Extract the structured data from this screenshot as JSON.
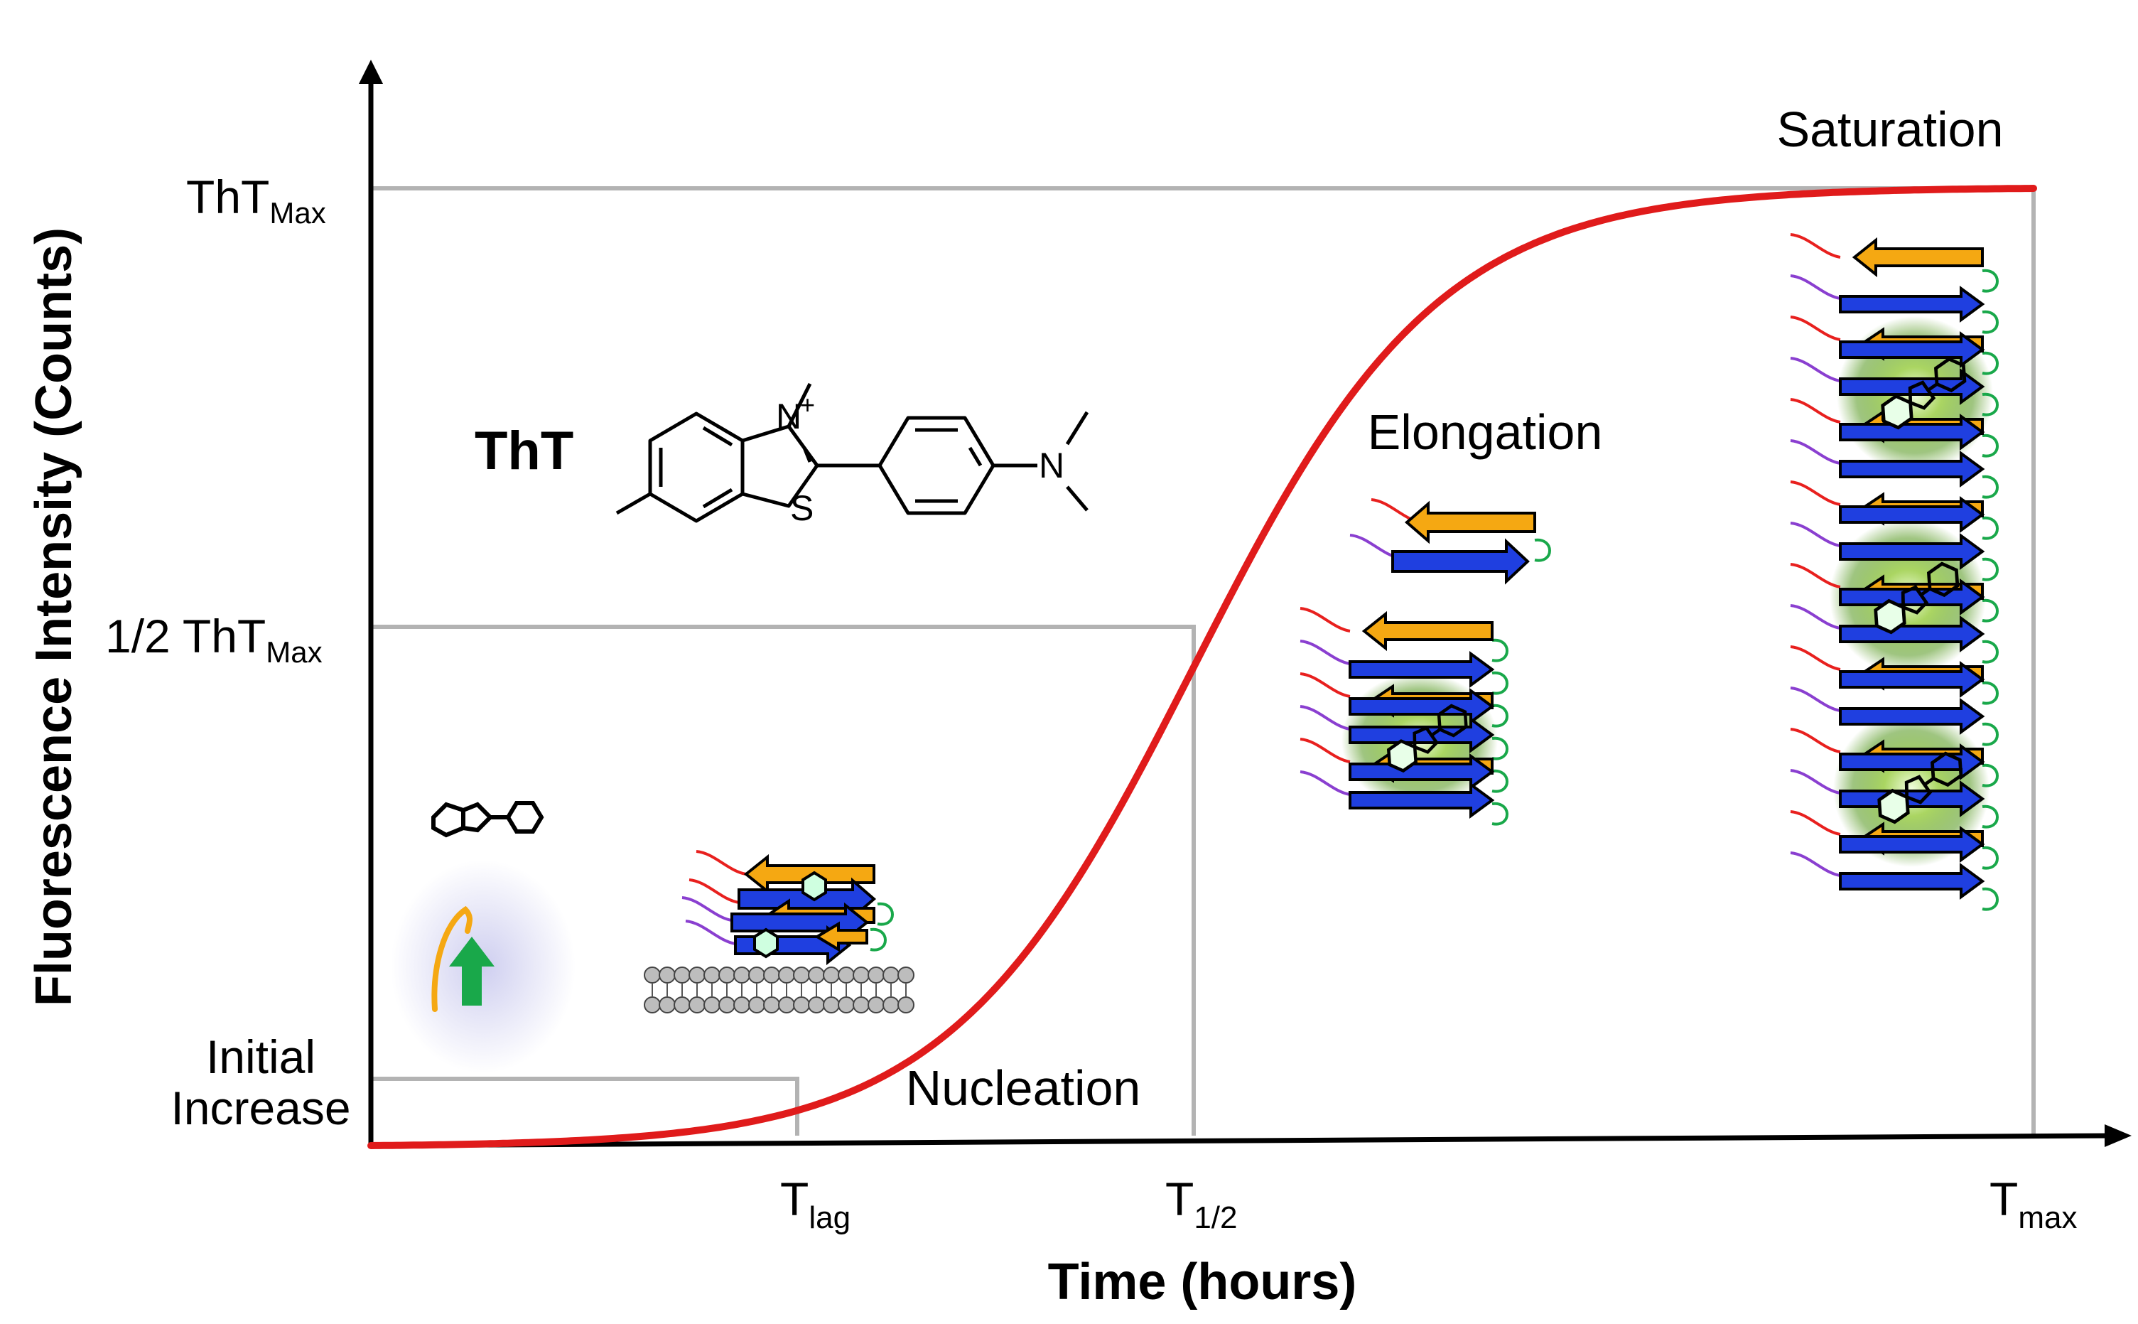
{
  "axes": {
    "x_label": "Time (hours)",
    "y_label": "Fluorescence Intensity (Counts)"
  },
  "y_ticks": {
    "max_base": "ThT",
    "max_sub": "Max",
    "half_base": "1/2 ThT",
    "half_sub": "Max",
    "initial_line1": "Initial",
    "initial_line2": "Increase"
  },
  "x_ticks": {
    "lag_base": "T",
    "lag_sub": "lag",
    "half_base": "T",
    "half_sub": "1/2",
    "max_base": "T",
    "max_sub": "max"
  },
  "phases": {
    "nucleation": "Nucleation",
    "elongation": "Elongation",
    "saturation": "Saturation"
  },
  "molecule": {
    "name": "ThT",
    "n_plus": "N",
    "plus": "+",
    "s_atom": "S",
    "n_amine": "N"
  },
  "colors": {
    "curve": "#e01b1b",
    "strand_blue": "#1f3fe0",
    "strand_orange": "#f5a812",
    "tail_red": "#e8201e",
    "tail_purple": "#8a3fd0",
    "loop_green": "#19a84a",
    "glow_green": "#8fc63f",
    "grid": "#b3b3b3"
  }
}
